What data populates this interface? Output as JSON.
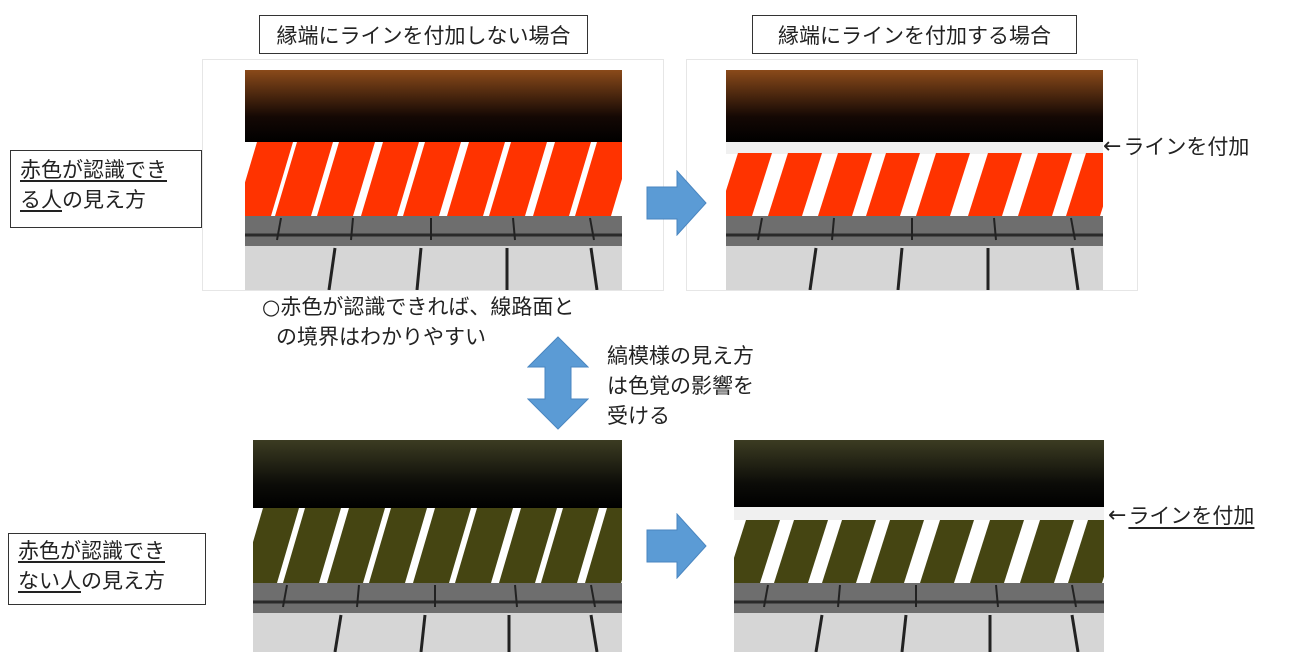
{
  "headers": {
    "without_line": "縁端にラインを付加しない場合",
    "with_line": "縁端にラインを付加する場合"
  },
  "rows": {
    "red_visible": {
      "label_underlined_1": "赤色が認識でき",
      "label_underlined_2": "る人",
      "label_rest": "の見え方"
    },
    "red_not_visible": {
      "label_underlined_1": "赤色が認識でき",
      "label_underlined_2": "ない人",
      "label_rest": "の見え方"
    }
  },
  "notes": {
    "boundary_line1": "○赤色が認識できれば、線路面と",
    "boundary_line2": "の境界はわかりやすい",
    "stripe_line1": "縞模様の見え方",
    "stripe_line2": "は色覚の影響を",
    "stripe_line3": "受ける"
  },
  "callouts": {
    "top": "ラインを付加",
    "bottom": "ラインを付加"
  },
  "colors": {
    "red_stripe": "#ff3300",
    "olive_stripe": "#454512",
    "arrow_blue": "#5b9bd5",
    "curb_gray": "#6e6e6e",
    "platform_light": "#d6d6d6",
    "track_top_brown": "#8a4a1a"
  },
  "icons": {
    "right_arrow": "blue-right-arrow-icon",
    "updown_arrow": "blue-up-down-arrow-icon"
  }
}
